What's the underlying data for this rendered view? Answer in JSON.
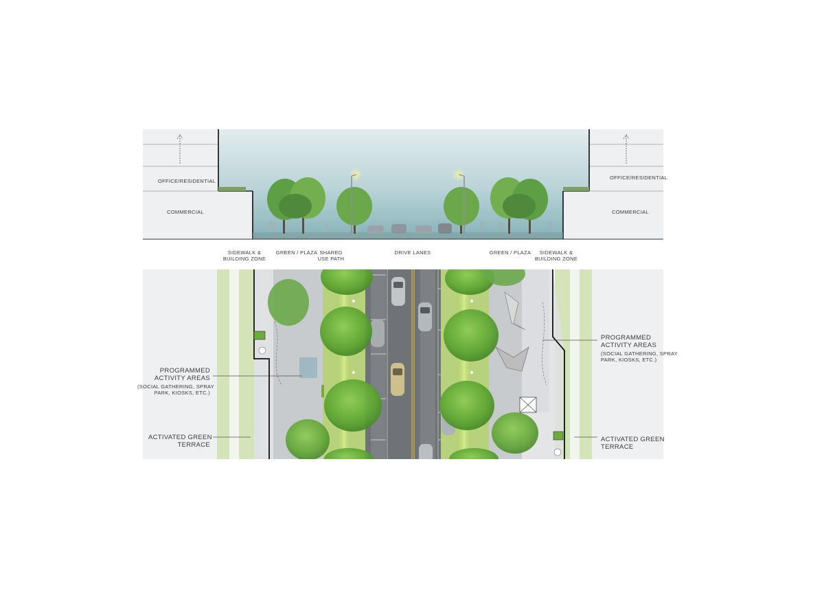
{
  "section": {
    "left_upper_floor_label": "OFFICE/RESIDENTIAL",
    "left_ground_floor_label": "COMMERCIAL",
    "right_upper_floor_label": "OFFICE/RESIDENTIAL",
    "right_ground_floor_label": "COMMERCIAL"
  },
  "zones": {
    "sidewalk_left": [
      "SIDEWALK &",
      "BUILDING ZONE"
    ],
    "green_plaza_left": "GREEN / PLAZA",
    "shared_use_path": [
      "SHARED",
      "USE PATH"
    ],
    "drive_lanes": "DRIVE LANES",
    "green_plaza_right": "GREEN / PLAZA",
    "sidewalk_right": [
      "SIDEWALK &",
      "BUILDING ZONE"
    ]
  },
  "plan": {
    "left_activity": {
      "title": [
        "PROGRAMMED",
        "ACTIVITY AREAS"
      ],
      "detail": [
        "(SOCIAL GATHERING, SPRAY",
        "PARK, KIOSKS, ETC.)"
      ]
    },
    "right_activity": {
      "title": [
        "PROGRAMMED",
        "ACTIVITY AREAS"
      ],
      "detail": [
        "(SOCIAL GATHERING, SPRAY",
        "PARK, KIOSKS, ETC.)"
      ]
    },
    "left_terrace": [
      "ACTIVATED GREEN",
      "TERRACE"
    ],
    "right_terrace": [
      "ACTIVATED GREEN",
      "TERRACE"
    ]
  },
  "colors": {
    "sky_top": "#dfe8ec",
    "sky_bottom": "#8fb9bf",
    "building": "#eef0f1",
    "road": "#6f7276",
    "tree": "#6cae3d",
    "grass": "#c9dcab",
    "yellow_line": "#d8b43a"
  }
}
